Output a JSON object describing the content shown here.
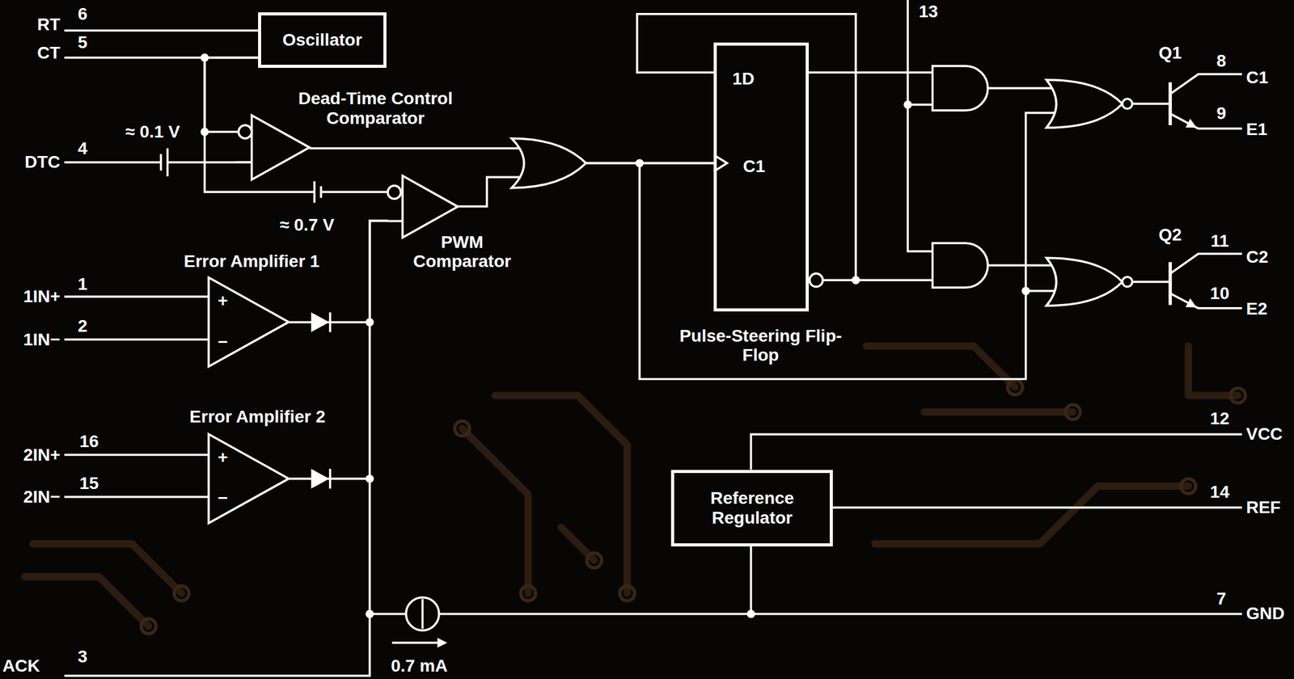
{
  "diagram": {
    "nodes": [
      {
        "text": [
          "Oscillator"
        ]
      },
      {
        "text": [
          "Dead-Time Control Comparator"
        ]
      },
      {
        "text": [
          "PWM Comparator"
        ]
      },
      {
        "text": [
          "Error Amplifier 1",
          "+",
          "−"
        ]
      },
      {
        "text": [
          "Error Amplifier 2",
          "+",
          "−"
        ]
      },
      {
        "text": [
          "1D",
          "C1",
          "Pulse-Steering Flip-Flop"
        ]
      },
      {
        "text": [
          "Reference Regulator"
        ]
      }
    ],
    "edges": [
      {
        "from": 0,
        "to": 1,
        "arrow": "none"
      },
      {
        "from": 0,
        "to": 2,
        "arrow": "none"
      },
      {
        "from": 3,
        "to": 2,
        "arrow": "none"
      },
      {
        "from": 4,
        "to": 2,
        "arrow": "none"
      },
      {
        "from": 1,
        "to": 5,
        "arrow": "none"
      },
      {
        "from": 2,
        "to": 5,
        "arrow": "none"
      }
    ],
    "labels": [
      "RT",
      "6",
      "CT",
      "5",
      "DTC",
      "4",
      "≈ 0.1 V",
      "≈ 0.7 V",
      "1IN+",
      "1",
      "1IN−",
      "2",
      "2IN+",
      "16",
      "2IN−",
      "15",
      "ACK",
      "3",
      "0.7 mA",
      "13",
      "Q1",
      "8",
      "C1",
      "9",
      "E1",
      "Q2",
      "11",
      "C2",
      "10",
      "E2",
      "12",
      "VCC",
      "14",
      "REF",
      "7",
      "GND"
    ]
  }
}
